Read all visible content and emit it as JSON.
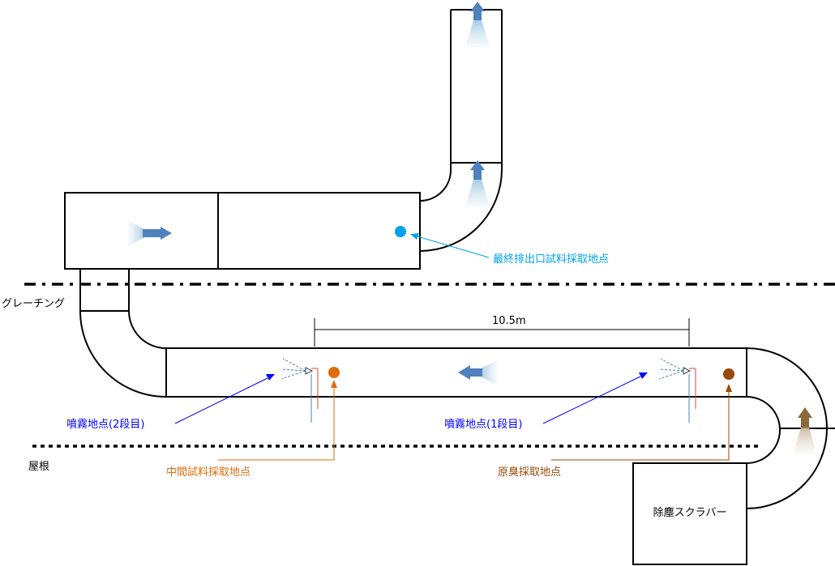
{
  "labels": {
    "grating": "グレーチング",
    "roof": "屋根",
    "final_exhaust": "最終排出口試料採取地点",
    "distance": "10.5m",
    "spray_stage2": "噴霧地点(2段目)",
    "spray_stage1": "噴霧地点(1段目)",
    "intermediate_sample": "中間試料採取地点",
    "raw_odor_sample": "原臭採取地点",
    "dust_scrubber": "除塵スクラバー"
  },
  "colors": {
    "outline": "#000000",
    "final_exhaust_point": "#00a3e8",
    "intermediate_point": "#e36c09",
    "raw_odor_point": "#984807",
    "spray_callout": "#0000ff",
    "airflow_arrow": "#4f81bd",
    "nozzle_line_red": "#e04040",
    "nozzle_line_blue": "#4f81bd"
  },
  "icons": [
    "airflow-arrow-icon",
    "spray-nozzle-icon",
    "sample-point-icon"
  ]
}
